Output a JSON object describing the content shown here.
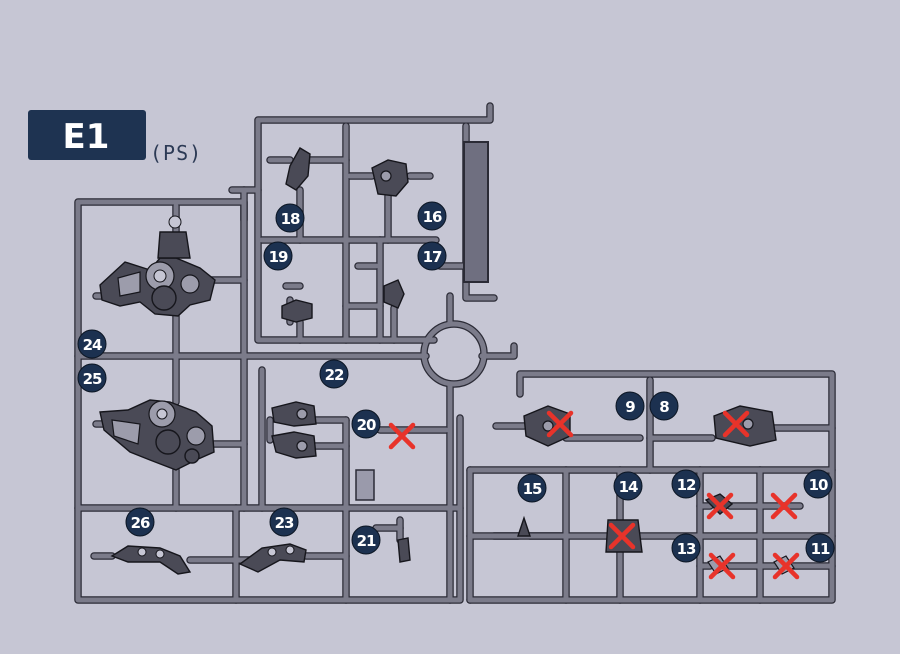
{
  "sprue": {
    "label": "E1",
    "material": "(PS)",
    "colors": {
      "badge": "#1c3150",
      "cross": "#e8332a",
      "runner": "#7b7b8a",
      "background": "#c6c6d4"
    }
  },
  "parts": [
    {
      "number": "8",
      "removed": true
    },
    {
      "number": "9",
      "removed": true
    },
    {
      "number": "10",
      "removed": true
    },
    {
      "number": "11",
      "removed": true
    },
    {
      "number": "12",
      "removed": true
    },
    {
      "number": "13",
      "removed": true
    },
    {
      "number": "14",
      "removed": true
    },
    {
      "number": "15",
      "removed": false
    },
    {
      "number": "16",
      "removed": false
    },
    {
      "number": "17",
      "removed": false
    },
    {
      "number": "18",
      "removed": false
    },
    {
      "number": "19",
      "removed": false
    },
    {
      "number": "20",
      "removed": true
    },
    {
      "number": "21",
      "removed": false
    },
    {
      "number": "22",
      "removed": false
    },
    {
      "number": "23",
      "removed": false
    },
    {
      "number": "24",
      "removed": false
    },
    {
      "number": "25",
      "removed": false
    },
    {
      "number": "26",
      "removed": false
    }
  ]
}
